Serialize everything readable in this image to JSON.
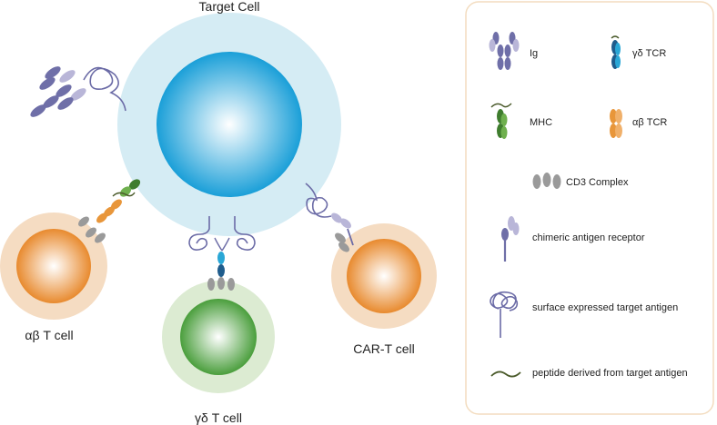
{
  "diagram": {
    "cells": {
      "target": "Target Cell",
      "alpha_beta": "αβ T cell",
      "gamma_delta": "γδ T cell",
      "car_t": "CAR-T cell"
    },
    "legend": {
      "ig": "Ig",
      "gd_tcr": "γδ TCR",
      "mhc": "MHC",
      "ab_tcr": "αβ TCR",
      "cd3": "CD3 Complex",
      "car": "chimeric antigen receptor",
      "surface_antigen": "surface expressed target antigen",
      "peptide": "peptide derived from target antigen"
    }
  },
  "colors": {
    "target_halo": "#d5ecf4",
    "target_core": "#1a9fd8",
    "ab_halo": "#f5dcc2",
    "ab_core": "#e88a2e",
    "gd_halo": "#dcebd2",
    "gd_core": "#4a9e3c",
    "car_halo": "#f5dcc2",
    "car_core": "#e88a2e",
    "ig": "#6f6fa8",
    "ig_light": "#b9b6d8",
    "mhc_dark": "#3f7d2e",
    "mhc_light": "#6fb04e",
    "ab_tcr": "#e8963a",
    "gd_tcr_dark": "#1f5c8c",
    "gd_tcr_light": "#2aa7d6",
    "cd3": "#9a9a9a",
    "antigen": "#6b6ba6",
    "peptide": "#4a5a2a",
    "legend_border": "#f3dcbf"
  }
}
